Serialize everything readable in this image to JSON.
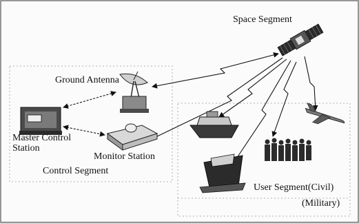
{
  "labels": {
    "space_segment": "Space Segment",
    "ground_antenna": "Ground Antenna",
    "master_control_station": "Master Control Station",
    "monitor_station": "Monitor Station",
    "control_segment": "Control Segment",
    "user_segment_civil": "User Segment(Civil)",
    "user_segment_military": "(Military)"
  },
  "icons": [
    "satellite-icon",
    "ground-antenna-icon",
    "master-control-station-icon",
    "monitor-station-icon",
    "boat-icon",
    "ship-icon",
    "airplane-icon",
    "people-group-icon"
  ],
  "colors": {
    "ink": "#111111",
    "frame": "#555555",
    "dotted": "#9a9a9a",
    "fill_dark": "#2b2b2b",
    "fill_mid": "#8a8a8a",
    "fill_light": "#d0d0d0"
  }
}
